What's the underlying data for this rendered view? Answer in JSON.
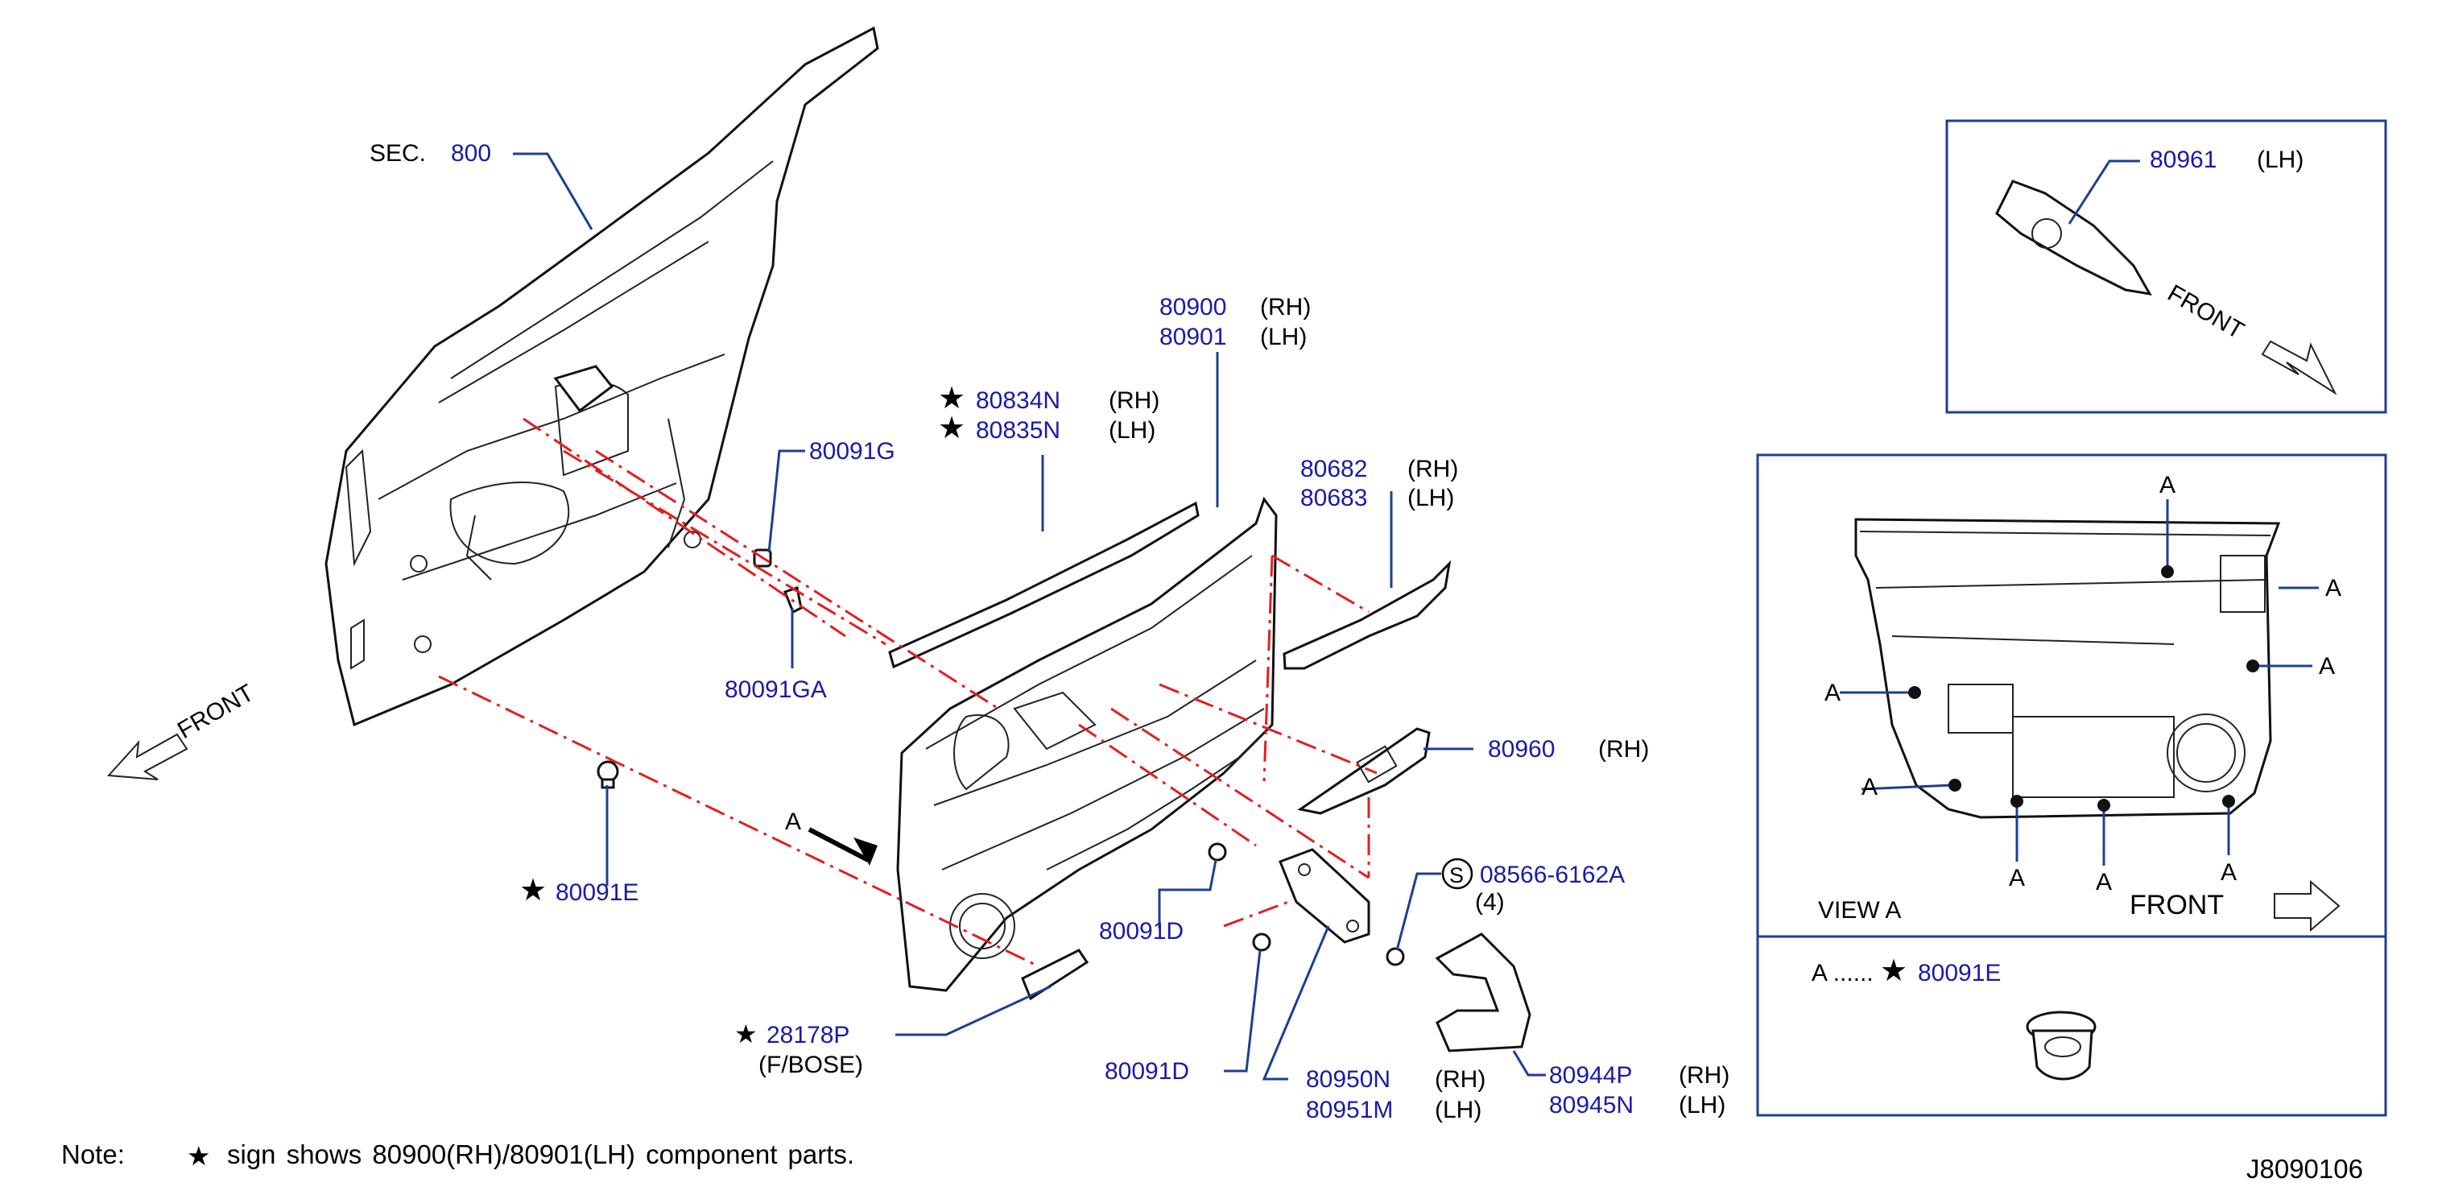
{
  "callouts": {
    "sec_prefix": "SEC.",
    "sec_number": "800",
    "p80900": "80900",
    "p80900_side": "(RH)",
    "p80901": "80901",
    "p80901_side": "(LH)",
    "p80834n": "80834N",
    "p80834n_side": "(RH)",
    "p80835n": "80835N",
    "p80835n_side": "(LH)",
    "p80091g": "80091G",
    "p80091ga": "80091GA",
    "p80682": "80682",
    "p80682_side": "(RH)",
    "p80683": "80683",
    "p80683_side": "(LH)",
    "p80960": "80960",
    "p80960_side": "(RH)",
    "p80091e": "80091E",
    "p08566": "08566-6162A",
    "s_symbol": "S",
    "p08566_qty": "(4)",
    "p80091d_upper": "80091D",
    "p80091d_lower": "80091D",
    "p28178p": "28178P",
    "p28178p_note": "(F/BOSE)",
    "p80950n": "80950N",
    "p80950n_side": "(RH)",
    "p80951m": "80951M",
    "p80951m_side": "(LH)",
    "p80944p": "80944P",
    "p80944p_side": "(RH)",
    "p80945n": "80945N",
    "p80945n_side": "(LH)",
    "view_arrow_label": "A",
    "front_left": "FRONT",
    "star": "★"
  },
  "inset_lh_switch": {
    "part": "80961",
    "side": "(LH)",
    "front": "FRONT"
  },
  "view_a": {
    "title": "VIEW  A",
    "front": "FRONT",
    "clip_label": "A",
    "legend_prefix": "A ......",
    "legend_part": "80091E"
  },
  "note": {
    "label": "Note:",
    "text": "sign  shows  80900(RH)/80901(LH)  component  parts."
  },
  "diagram_id": "J8090106"
}
